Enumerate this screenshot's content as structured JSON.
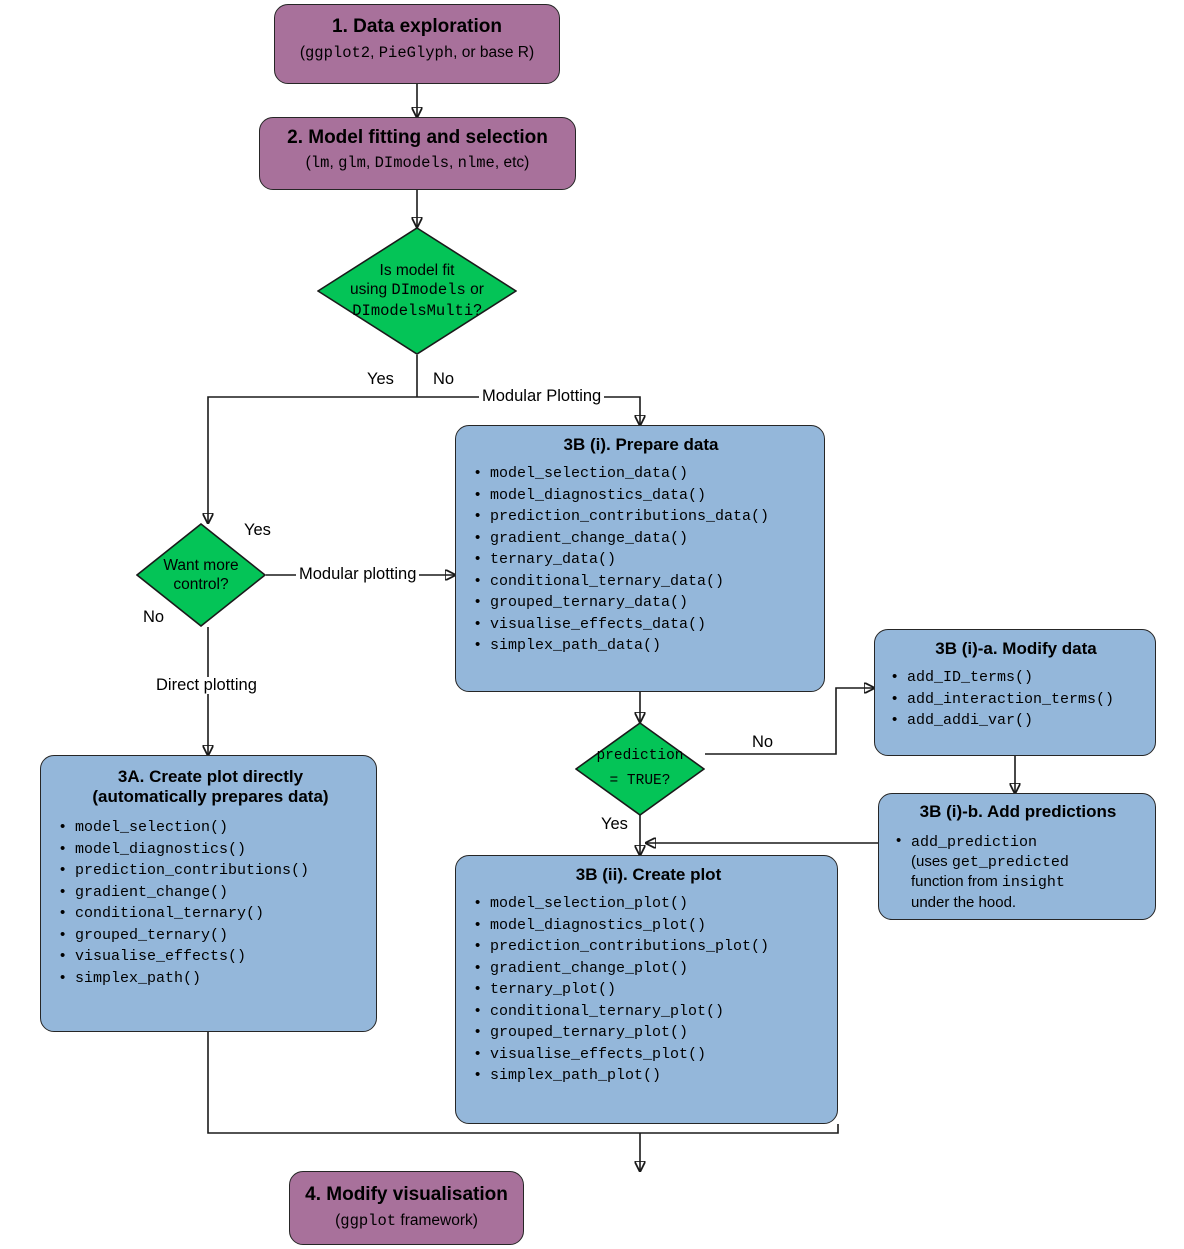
{
  "diagram": {
    "title": "DImodelsVis workflow flowchart",
    "colors": {
      "purple": "#a8719b",
      "blue": "#94b7da",
      "green": "#04c457",
      "stroke": "#1a1a1a"
    }
  },
  "nodes": {
    "step1": {
      "title": "1. Data exploration",
      "sub_pre": "(",
      "sub_mono1": "ggplot2",
      "sub_mid1": ", ",
      "sub_mono2": "PieGlyph",
      "sub_post": ", or base R)"
    },
    "step2": {
      "title": "2. Model fitting and selection",
      "sub_pre": "(",
      "sub_mono1": "lm",
      "sub_mid1": ", ",
      "sub_mono2": "glm",
      "sub_mid2": ", ",
      "sub_mono3": "DImodels",
      "sub_mid3": ", ",
      "sub_mono4": "nlme",
      "sub_post": ", etc)"
    },
    "decision1": {
      "line1": "Is model fit",
      "line2_pre": "using ",
      "line2_mono": "DImodels",
      "line2_post": " or",
      "line3_mono": "DImodelsMulti",
      "line3_post": "?"
    },
    "decision2": {
      "line1": "Want more",
      "line2": "control?"
    },
    "decision3": {
      "line1": "prediction",
      "line2": "= TRUE?"
    },
    "step3a": {
      "title_line1": "3A. Create plot directly",
      "title_line2": "(automatically prepares data)",
      "items": [
        "model_selection()",
        "model_diagnostics()",
        "prediction_contributions()",
        "gradient_change()",
        "conditional_ternary()",
        "grouped_ternary()",
        "visualise_effects()",
        "simplex_path()"
      ]
    },
    "step3bi": {
      "title": "3B (i). Prepare data",
      "items": [
        "model_selection_data()",
        "model_diagnostics_data()",
        "prediction_contributions_data()",
        "gradient_change_data()",
        "ternary_data()",
        "conditional_ternary_data()",
        "grouped_ternary_data()",
        "visualise_effects_data()",
        "simplex_path_data()"
      ]
    },
    "step3bii": {
      "title": "3B (ii). Create plot",
      "items": [
        "model_selection_plot()",
        "model_diagnostics_plot()",
        "prediction_contributions_plot()",
        "gradient_change_plot()",
        "ternary_plot()",
        "conditional_ternary_plot()",
        "grouped_ternary_plot()",
        "visualise_effects_plot()",
        "simplex_path_plot()"
      ]
    },
    "step3bia": {
      "title": "3B (i)-a. Modify data",
      "items": [
        "add_ID_terms()",
        "add_interaction_terms()",
        "add_addi_var()"
      ]
    },
    "step3bib": {
      "title": "3B (i)-b. Add predictions",
      "bullet_mono1": "add_prediction",
      "line2_pre": "(uses ",
      "line2_mono": "get_predicted",
      "line3_pre": "function from ",
      "line3_mono": "insight",
      "line4": "under the hood."
    },
    "step4": {
      "title": "4. Modify visualisation",
      "sub_pre": "(",
      "sub_mono": "ggplot",
      "sub_post": " framework)"
    }
  },
  "edge_labels": {
    "d1_yes": "Yes",
    "d1_no": "No",
    "modular_plotting_upper": "Modular Plotting",
    "d2_yes": "Yes",
    "d2_no": "No",
    "modular_plotting_lower": "Modular plotting",
    "direct_plotting": "Direct plotting",
    "d3_no": "No",
    "d3_yes": "Yes"
  }
}
